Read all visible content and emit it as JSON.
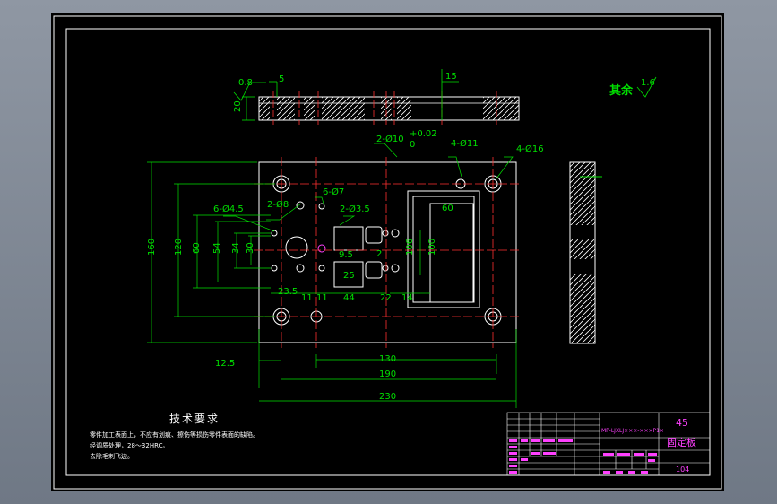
{
  "title_block": {
    "drawing_code": "MP-LJXLJ×××-×××P1×",
    "material": "45",
    "part_name": "固定板",
    "sheet_number": "104"
  },
  "notes": {
    "heading": "技术要求",
    "lines": [
      "零件加工表面上，不应有划痕、擦伤等损伤零件表面的缺陷。",
      "经调质处理，28～32HRC。",
      "去除毛刺飞边。"
    ]
  },
  "roughness": {
    "rest_label": "其余",
    "rest_value": "1.6",
    "value_small": "0.8"
  },
  "dimensions": {
    "d_5": "5",
    "d_15": "15",
    "d_20": "20",
    "d_2phi10": "2-Ø10",
    "d_tol": "+0.02",
    "d_tol2": "0",
    "d_4phi11": "4-Ø11",
    "d_4phi16": "4-Ø16",
    "d_2phi8": "2-Ø8",
    "d_6phi7": "6-Ø7",
    "d_6phi45": "6-Ø4.5",
    "d_2phi35": "2-Ø3.5",
    "d_60top": "60",
    "d_160": "160",
    "d_120": "120",
    "d_60": "60",
    "d_54": "54",
    "d_34": "34",
    "d_30": "30",
    "d_95": "9.5",
    "d_2": "2",
    "d_106": "106",
    "d_100": "100",
    "d_25": "25",
    "d_235": "23.5",
    "d_11a": "11",
    "d_11b": "11",
    "d_44": "44",
    "d_22": "22",
    "d_14": "14",
    "d_125": "12.5",
    "d_130": "130",
    "d_190": "190",
    "d_230": "230"
  },
  "colors": {
    "dimension": "#00e000",
    "outline": "#ffffff",
    "centerline": "#ff3030",
    "highlight": "#ff40ff"
  }
}
